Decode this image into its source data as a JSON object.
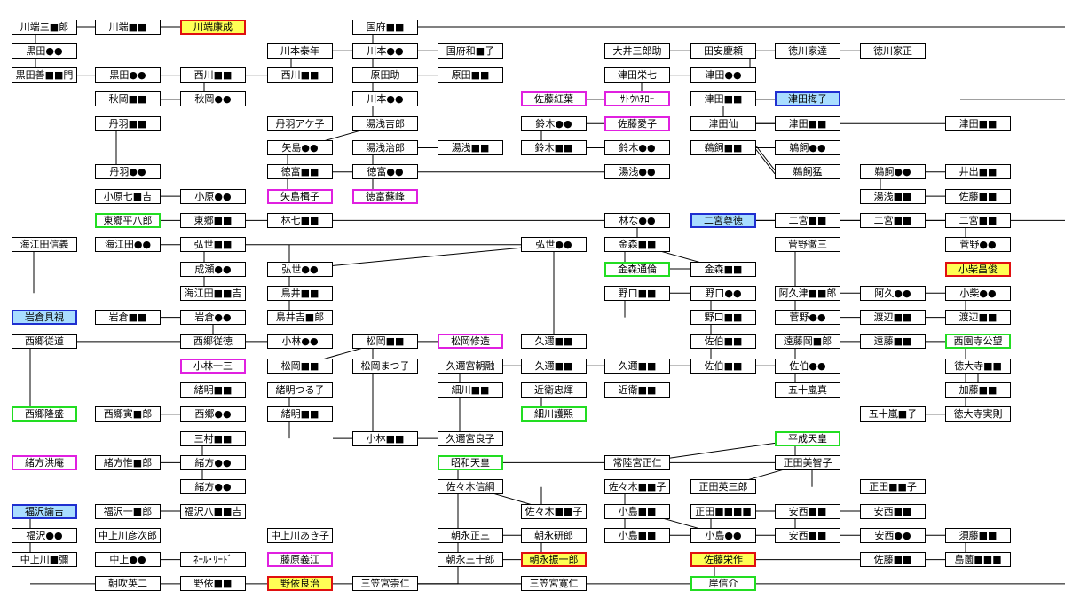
{
  "style_colors": {
    "magenta": "#e020e0",
    "green": "#22dd22",
    "blue": "#1f2fd0",
    "blue_fill": "#a9ddff",
    "red": "#e01010",
    "red_fill": "#ffff55",
    "line": "#000000"
  },
  "nodes": {
    "n1": {
      "label": "川端三■郎"
    },
    "n2": {
      "label": "川端■■"
    },
    "n3": {
      "label": "川端康成"
    },
    "n4": {
      "label": "黒田●●"
    },
    "n5": {
      "label": "黒田善■■門"
    },
    "n6": {
      "label": "黒田●●"
    },
    "n7": {
      "label": "秋岡■■"
    },
    "n8": {
      "label": "西川■■"
    },
    "n9": {
      "label": "秋岡●●"
    },
    "n10": {
      "label": "丹羽■■"
    },
    "n11": {
      "label": "丹羽●●"
    },
    "n12": {
      "label": "小原七■吉"
    },
    "n13": {
      "label": "東郷平八郎"
    },
    "n14": {
      "label": "海江田信義"
    },
    "n15": {
      "label": "海江田●●"
    },
    "n16": {
      "label": "岩倉具視"
    },
    "n17": {
      "label": "岩倉■■"
    },
    "n18": {
      "label": "西郷従道"
    },
    "n19": {
      "label": "西郷隆盛"
    },
    "n20": {
      "label": "西郷寅■郎"
    },
    "n21": {
      "label": "緒方洪庵"
    },
    "n22": {
      "label": "緒方惟■郎"
    },
    "n23": {
      "label": "福沢諭吉"
    },
    "n24": {
      "label": "福沢一■郎"
    },
    "n25": {
      "label": "福沢●●"
    },
    "n26": {
      "label": "中上川■彌"
    },
    "n27": {
      "label": "中上川彦次郎"
    },
    "n28": {
      "label": "中上●●"
    },
    "n29": {
      "label": "朝吹英二"
    },
    "n30": {
      "label": "小原●●"
    },
    "n31": {
      "label": "東郷■■"
    },
    "n32": {
      "label": "弘世■■"
    },
    "n33": {
      "label": "成瀬●●"
    },
    "n34": {
      "label": "海江田■■吉"
    },
    "n35": {
      "label": "岩倉●●"
    },
    "n36": {
      "label": "西郷従徳"
    },
    "n37": {
      "label": "小林一三"
    },
    "n38": {
      "label": "緒明■■"
    },
    "n39": {
      "label": "西郷●●"
    },
    "n40": {
      "label": "三村■■"
    },
    "n41": {
      "label": "緒方●●"
    },
    "n42": {
      "label": "緒方●●"
    },
    "n43": {
      "label": "福沢八■■吉"
    },
    "n44": {
      "label": "ﾈｰﾙ･ﾘｰﾄﾞ"
    },
    "n45": {
      "label": "野依■■"
    },
    "n46": {
      "label": "川本泰年"
    },
    "n47": {
      "label": "西川■■"
    },
    "n48": {
      "label": "丹羽アケ子"
    },
    "n49": {
      "label": "矢島●●"
    },
    "n50": {
      "label": "徳富■■"
    },
    "n51": {
      "label": "矢島楫子"
    },
    "n52": {
      "label": "林七■■"
    },
    "n53": {
      "label": "弘世●●"
    },
    "n54": {
      "label": "鳥井■■"
    },
    "n55": {
      "label": "鳥井吉■郎"
    },
    "n56": {
      "label": "小林●●"
    },
    "n57": {
      "label": "松岡■■"
    },
    "n58": {
      "label": "緒明つる子"
    },
    "n59": {
      "label": "緒明■■"
    },
    "n60": {
      "label": "中上川あき子"
    },
    "n61": {
      "label": "藤原義江"
    },
    "n62": {
      "label": "野依良治"
    },
    "n63": {
      "label": "国府■■"
    },
    "n64": {
      "label": "川本●●"
    },
    "n65": {
      "label": "原田助"
    },
    "n66": {
      "label": "川本●●"
    },
    "n67": {
      "label": "湯浅吉郎"
    },
    "n68": {
      "label": "湯浅治郎"
    },
    "n69": {
      "label": "徳富●●"
    },
    "n70": {
      "label": "徳富蘇峰"
    },
    "n71": {
      "label": "松岡■■"
    },
    "n72": {
      "label": "松岡まつ子"
    },
    "n73": {
      "label": "小林■■"
    },
    "n74": {
      "label": "三笠宮崇仁"
    },
    "n75": {
      "label": "国府和■子"
    },
    "n76": {
      "label": "原田■■"
    },
    "n77": {
      "label": "湯浅■■"
    },
    "n78": {
      "label": "松岡修造"
    },
    "n79": {
      "label": "久邇宮朝融"
    },
    "n80": {
      "label": "細川■■"
    },
    "n81": {
      "label": "久邇宮良子"
    },
    "n82": {
      "label": "昭和天皇"
    },
    "n83": {
      "label": "佐々木信綱"
    },
    "n84": {
      "label": "朝永正三"
    },
    "n85": {
      "label": "朝永三十郎"
    },
    "n86": {
      "label": "佐藤紅葉"
    },
    "n87": {
      "label": "鈴木●●"
    },
    "n88": {
      "label": "鈴木■■"
    },
    "n89": {
      "label": "弘世●●"
    },
    "n90": {
      "label": "久邇■■"
    },
    "n91": {
      "label": "久邇■■"
    },
    "n92": {
      "label": "近衛忠煇"
    },
    "n93": {
      "label": "細川護熙"
    },
    "n94": {
      "label": "佐々木■■子"
    },
    "n95": {
      "label": "朝永研郎"
    },
    "n96": {
      "label": "朝永振一郎"
    },
    "n97": {
      "label": "三笠宮寛仁"
    },
    "n98": {
      "label": "ｻﾄｳﾊﾁﾛｰ"
    },
    "n99": {
      "label": "佐藤愛子"
    },
    "n100": {
      "label": "鈴木●●"
    },
    "n101": {
      "label": "湯浅●●"
    },
    "n102": {
      "label": "大井三郎助"
    },
    "n103": {
      "label": "津田栄七"
    },
    "n104": {
      "label": "林な●●"
    },
    "n105": {
      "label": "金森■■"
    },
    "n106": {
      "label": "金森通倫"
    },
    "n107": {
      "label": "野口■■"
    },
    "n108": {
      "label": "久邇■■"
    },
    "n109": {
      "label": "近衛■■"
    },
    "n110": {
      "label": "常陸宮正仁"
    },
    "n111": {
      "label": "佐々木■■子"
    },
    "n112": {
      "label": "小島■■"
    },
    "n113": {
      "label": "小島■■"
    },
    "n114": {
      "label": "田安慶頼"
    },
    "n115": {
      "label": "津田●●"
    },
    "n116": {
      "label": "津田■■"
    },
    "n117": {
      "label": "津田仙"
    },
    "n118": {
      "label": "鵜飼■■"
    },
    "n119": {
      "label": "二宮尊徳"
    },
    "n120": {
      "label": "金森■■"
    },
    "n121": {
      "label": "野口●●"
    },
    "n122": {
      "label": "野口■■"
    },
    "n123": {
      "label": "佐伯■■"
    },
    "n124": {
      "label": "佐伯■■"
    },
    "n125": {
      "label": "正田英三郎"
    },
    "n126": {
      "label": "正田■■■■"
    },
    "n127": {
      "label": "小島●●"
    },
    "n128": {
      "label": "佐藤栄作"
    },
    "n129": {
      "label": "岸信介"
    },
    "n130": {
      "label": "徳川家達"
    },
    "n131": {
      "label": "津田梅子"
    },
    "n132": {
      "label": "津田■■"
    },
    "n133": {
      "label": "鵜飼●●"
    },
    "n134": {
      "label": "鵜飼猛"
    },
    "n135": {
      "label": "二宮■■"
    },
    "n136": {
      "label": "菅野徹三"
    },
    "n137": {
      "label": "阿久津■■郎"
    },
    "n138": {
      "label": "菅野●●"
    },
    "n139": {
      "label": "遠藤岡■郎"
    },
    "n140": {
      "label": "佐伯●●"
    },
    "n141": {
      "label": "五十嵐真"
    },
    "n142": {
      "label": "平成天皇"
    },
    "n143": {
      "label": "正田美智子"
    },
    "n144": {
      "label": "安西■■"
    },
    "n145": {
      "label": "安西■■"
    },
    "n146": {
      "label": "徳川家正"
    },
    "n147": {
      "label": "鵜飼●●"
    },
    "n148": {
      "label": "湯浅■■"
    },
    "n149": {
      "label": "二宮■■"
    },
    "n150": {
      "label": "阿久●●"
    },
    "n151": {
      "label": "渡辺■■"
    },
    "n152": {
      "label": "遠藤■■"
    },
    "n153": {
      "label": "五十嵐■子"
    },
    "n154": {
      "label": "正田■■子"
    },
    "n155": {
      "label": "安西■■"
    },
    "n156": {
      "label": "安西●●"
    },
    "n157": {
      "label": "佐藤■■"
    },
    "n158": {
      "label": "津田■■"
    },
    "n159": {
      "label": "井出■■"
    },
    "n160": {
      "label": "佐藤■■"
    },
    "n161": {
      "label": "二宮■■"
    },
    "n162": {
      "label": "菅野●●"
    },
    "n163": {
      "label": "小柴昌俊"
    },
    "n164": {
      "label": "小柴●●"
    },
    "n165": {
      "label": "渡辺■■"
    },
    "n166": {
      "label": "西園寺公望"
    },
    "n167": {
      "label": "徳大寺■■"
    },
    "n168": {
      "label": "加藤■■"
    },
    "n169": {
      "label": "徳大寺実則"
    },
    "n170": {
      "label": "須藤■■"
    },
    "n171": {
      "label": "島薗■■■"
    }
  }
}
